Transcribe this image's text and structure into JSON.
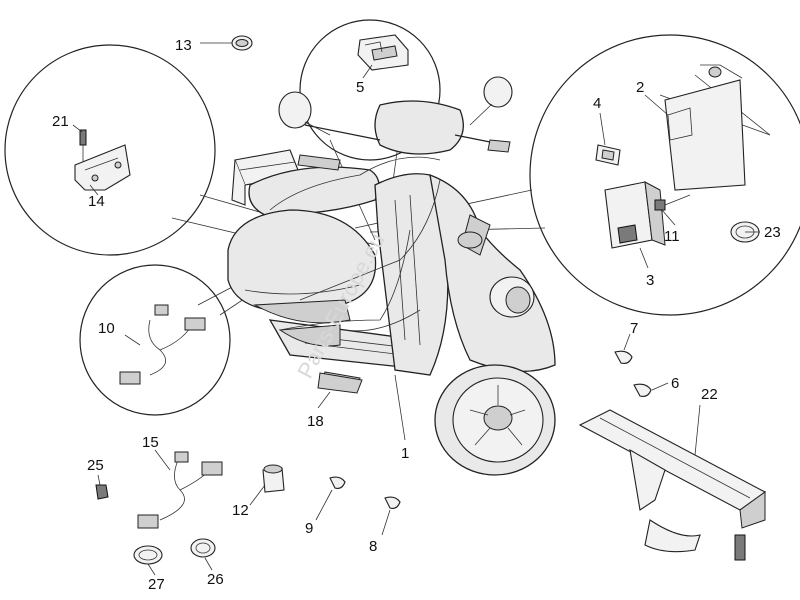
{
  "watermark": "Parts-Europe.eu",
  "callouts": [
    {
      "id": "1",
      "label": "1"
    },
    {
      "id": "2",
      "label": "2"
    },
    {
      "id": "3",
      "label": "3"
    },
    {
      "id": "4",
      "label": "4"
    },
    {
      "id": "5",
      "label": "5"
    },
    {
      "id": "6",
      "label": "6"
    },
    {
      "id": "7",
      "label": "7"
    },
    {
      "id": "8",
      "label": "8"
    },
    {
      "id": "9",
      "label": "9"
    },
    {
      "id": "10",
      "label": "10"
    },
    {
      "id": "11",
      "label": "11"
    },
    {
      "id": "12",
      "label": "12"
    },
    {
      "id": "13",
      "label": "13"
    },
    {
      "id": "14",
      "label": "14"
    },
    {
      "id": "15",
      "label": "15"
    },
    {
      "id": "18",
      "label": "18"
    },
    {
      "id": "21",
      "label": "21"
    },
    {
      "id": "22",
      "label": "22"
    },
    {
      "id": "23",
      "label": "23"
    },
    {
      "id": "25",
      "label": "25"
    },
    {
      "id": "26",
      "label": "26"
    },
    {
      "id": "27",
      "label": "27"
    }
  ]
}
